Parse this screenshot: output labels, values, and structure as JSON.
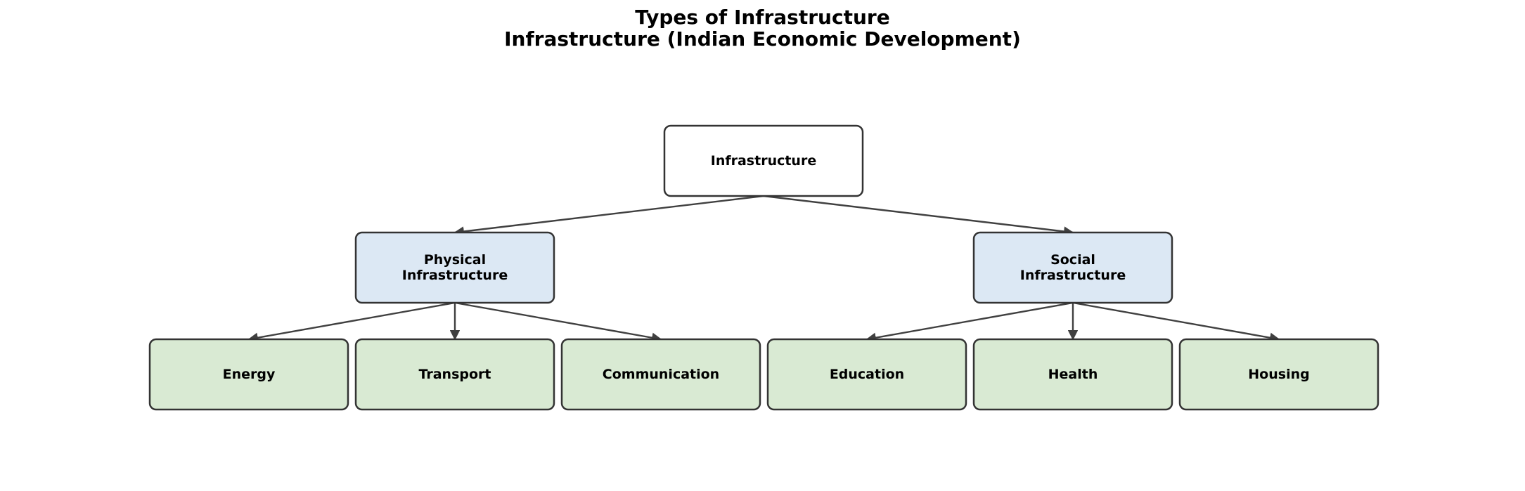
{
  "title": {
    "line1": "Types of Infrastructure",
    "line2": "Infrastructure (Indian Economic Development)"
  },
  "colors": {
    "root_fill": "#ffffff",
    "category_fill": "#dce8f4",
    "leaf_fill": "#d9ead3",
    "border": "#333333",
    "arrow": "#404040"
  },
  "nodes": [
    {
      "id": "infrastructure",
      "level": "root",
      "lines": [
        "Infrastructure"
      ]
    },
    {
      "id": "physical",
      "level": "category",
      "lines": [
        "Physical",
        "Infrastructure"
      ]
    },
    {
      "id": "social",
      "level": "category",
      "lines": [
        "Social",
        "Infrastructure"
      ]
    },
    {
      "id": "energy",
      "level": "leaf",
      "lines": [
        "Energy"
      ]
    },
    {
      "id": "transport",
      "level": "leaf",
      "lines": [
        "Transport"
      ]
    },
    {
      "id": "communication",
      "level": "leaf",
      "lines": [
        "Communication"
      ]
    },
    {
      "id": "education",
      "level": "leaf",
      "lines": [
        "Education"
      ]
    },
    {
      "id": "health",
      "level": "leaf",
      "lines": [
        "Health"
      ]
    },
    {
      "id": "housing",
      "level": "leaf",
      "lines": [
        "Housing"
      ]
    }
  ],
  "edges": [
    {
      "from": "infrastructure",
      "to": "physical"
    },
    {
      "from": "infrastructure",
      "to": "social"
    },
    {
      "from": "physical",
      "to": "energy"
    },
    {
      "from": "physical",
      "to": "transport"
    },
    {
      "from": "physical",
      "to": "communication"
    },
    {
      "from": "social",
      "to": "education"
    },
    {
      "from": "social",
      "to": "health"
    },
    {
      "from": "social",
      "to": "housing"
    }
  ]
}
